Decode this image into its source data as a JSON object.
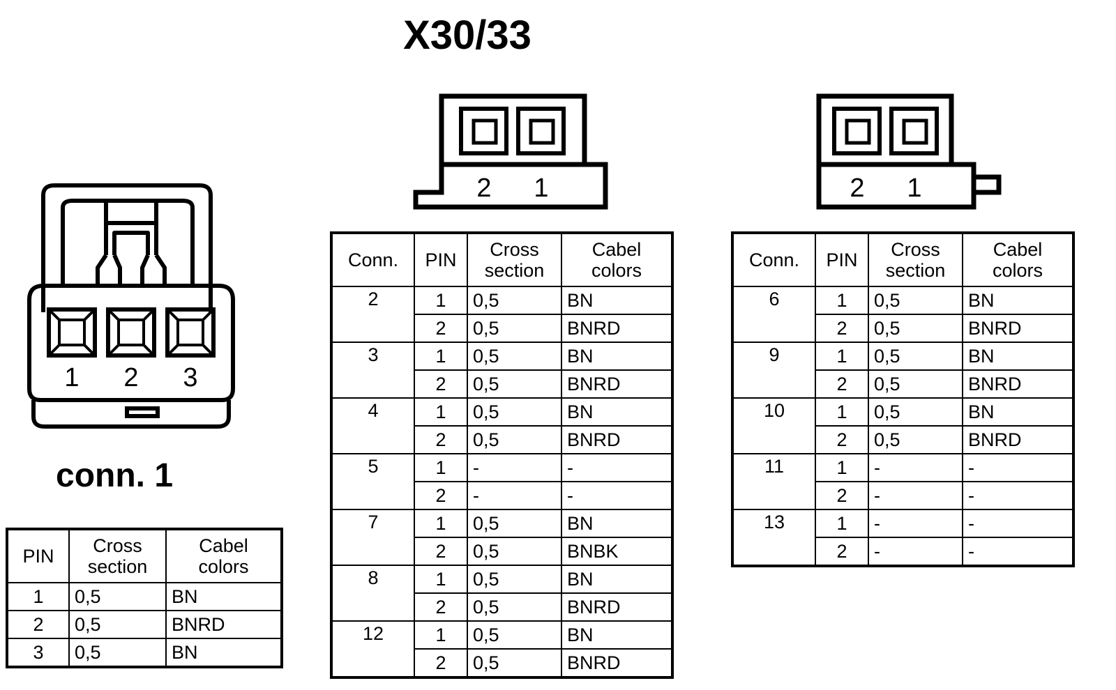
{
  "title": "X30/33",
  "left_connector": {
    "caption": "conn. 1",
    "pin_labels": [
      "1",
      "2",
      "3"
    ],
    "table": {
      "headers": [
        "PIN",
        "Cross section",
        "Cabel colors"
      ],
      "header_lines": {
        "pin": "PIN",
        "cross_l1": "Cross",
        "cross_l2": "section",
        "cabel_l1": "Cabel",
        "cabel_l2": "colors"
      },
      "rows": [
        {
          "pin": "1",
          "cross_section": "0,5",
          "cabel_colors": "BN"
        },
        {
          "pin": "2",
          "cross_section": "0,5",
          "cabel_colors": "BNRD"
        },
        {
          "pin": "3",
          "cross_section": "0,5",
          "cabel_colors": "BN"
        }
      ]
    }
  },
  "middle_connector": {
    "pin_labels": [
      "2",
      "1"
    ],
    "table": {
      "headers": [
        "Conn.",
        "PIN",
        "Cross section",
        "Cabel colors"
      ],
      "header_lines": {
        "conn": "Conn.",
        "pin": "PIN",
        "cross_l1": "Cross",
        "cross_l2": "section",
        "cabel_l1": "Cabel",
        "cabel_l2": "colors"
      },
      "groups": [
        {
          "conn": "2",
          "rows": [
            {
              "pin": "1",
              "cross_section": "0,5",
              "cabel_colors": "BN"
            },
            {
              "pin": "2",
              "cross_section": "0,5",
              "cabel_colors": "BNRD"
            }
          ]
        },
        {
          "conn": "3",
          "rows": [
            {
              "pin": "1",
              "cross_section": "0,5",
              "cabel_colors": "BN"
            },
            {
              "pin": "2",
              "cross_section": "0,5",
              "cabel_colors": "BNRD"
            }
          ]
        },
        {
          "conn": "4",
          "rows": [
            {
              "pin": "1",
              "cross_section": "0,5",
              "cabel_colors": "BN"
            },
            {
              "pin": "2",
              "cross_section": "0,5",
              "cabel_colors": "BNRD"
            }
          ]
        },
        {
          "conn": "5",
          "rows": [
            {
              "pin": "1",
              "cross_section": "-",
              "cabel_colors": "-"
            },
            {
              "pin": "2",
              "cross_section": "-",
              "cabel_colors": "-"
            }
          ]
        },
        {
          "conn": "7",
          "rows": [
            {
              "pin": "1",
              "cross_section": "0,5",
              "cabel_colors": "BN"
            },
            {
              "pin": "2",
              "cross_section": "0,5",
              "cabel_colors": "BNBK"
            }
          ]
        },
        {
          "conn": "8",
          "rows": [
            {
              "pin": "1",
              "cross_section": "0,5",
              "cabel_colors": "BN"
            },
            {
              "pin": "2",
              "cross_section": "0,5",
              "cabel_colors": "BNRD"
            }
          ]
        },
        {
          "conn": "12",
          "rows": [
            {
              "pin": "1",
              "cross_section": "0,5",
              "cabel_colors": "BN"
            },
            {
              "pin": "2",
              "cross_section": "0,5",
              "cabel_colors": "BNRD"
            }
          ]
        }
      ]
    }
  },
  "right_connector": {
    "pin_labels": [
      "2",
      "1"
    ],
    "table": {
      "headers": [
        "Conn.",
        "PIN",
        "Cross section",
        "Cabel colors"
      ],
      "header_lines": {
        "conn": "Conn.",
        "pin": "PIN",
        "cross_l1": "Cross",
        "cross_l2": "section",
        "cabel_l1": "Cabel",
        "cabel_l2": "colors"
      },
      "groups": [
        {
          "conn": "6",
          "rows": [
            {
              "pin": "1",
              "cross_section": "0,5",
              "cabel_colors": "BN"
            },
            {
              "pin": "2",
              "cross_section": "0,5",
              "cabel_colors": "BNRD"
            }
          ]
        },
        {
          "conn": "9",
          "rows": [
            {
              "pin": "1",
              "cross_section": "0,5",
              "cabel_colors": "BN"
            },
            {
              "pin": "2",
              "cross_section": "0,5",
              "cabel_colors": "BNRD"
            }
          ]
        },
        {
          "conn": "10",
          "rows": [
            {
              "pin": "1",
              "cross_section": "0,5",
              "cabel_colors": "BN"
            },
            {
              "pin": "2",
              "cross_section": "0,5",
              "cabel_colors": "BNRD"
            }
          ]
        },
        {
          "conn": "11",
          "rows": [
            {
              "pin": "1",
              "cross_section": "-",
              "cabel_colors": "-"
            },
            {
              "pin": "2",
              "cross_section": "-",
              "cabel_colors": "-"
            }
          ]
        },
        {
          "conn": "13",
          "rows": [
            {
              "pin": "1",
              "cross_section": "-",
              "cabel_colors": "-"
            },
            {
              "pin": "2",
              "cross_section": "-",
              "cabel_colors": "-"
            }
          ]
        }
      ]
    }
  },
  "colors": {
    "ink": "#000000",
    "paper": "#ffffff"
  }
}
